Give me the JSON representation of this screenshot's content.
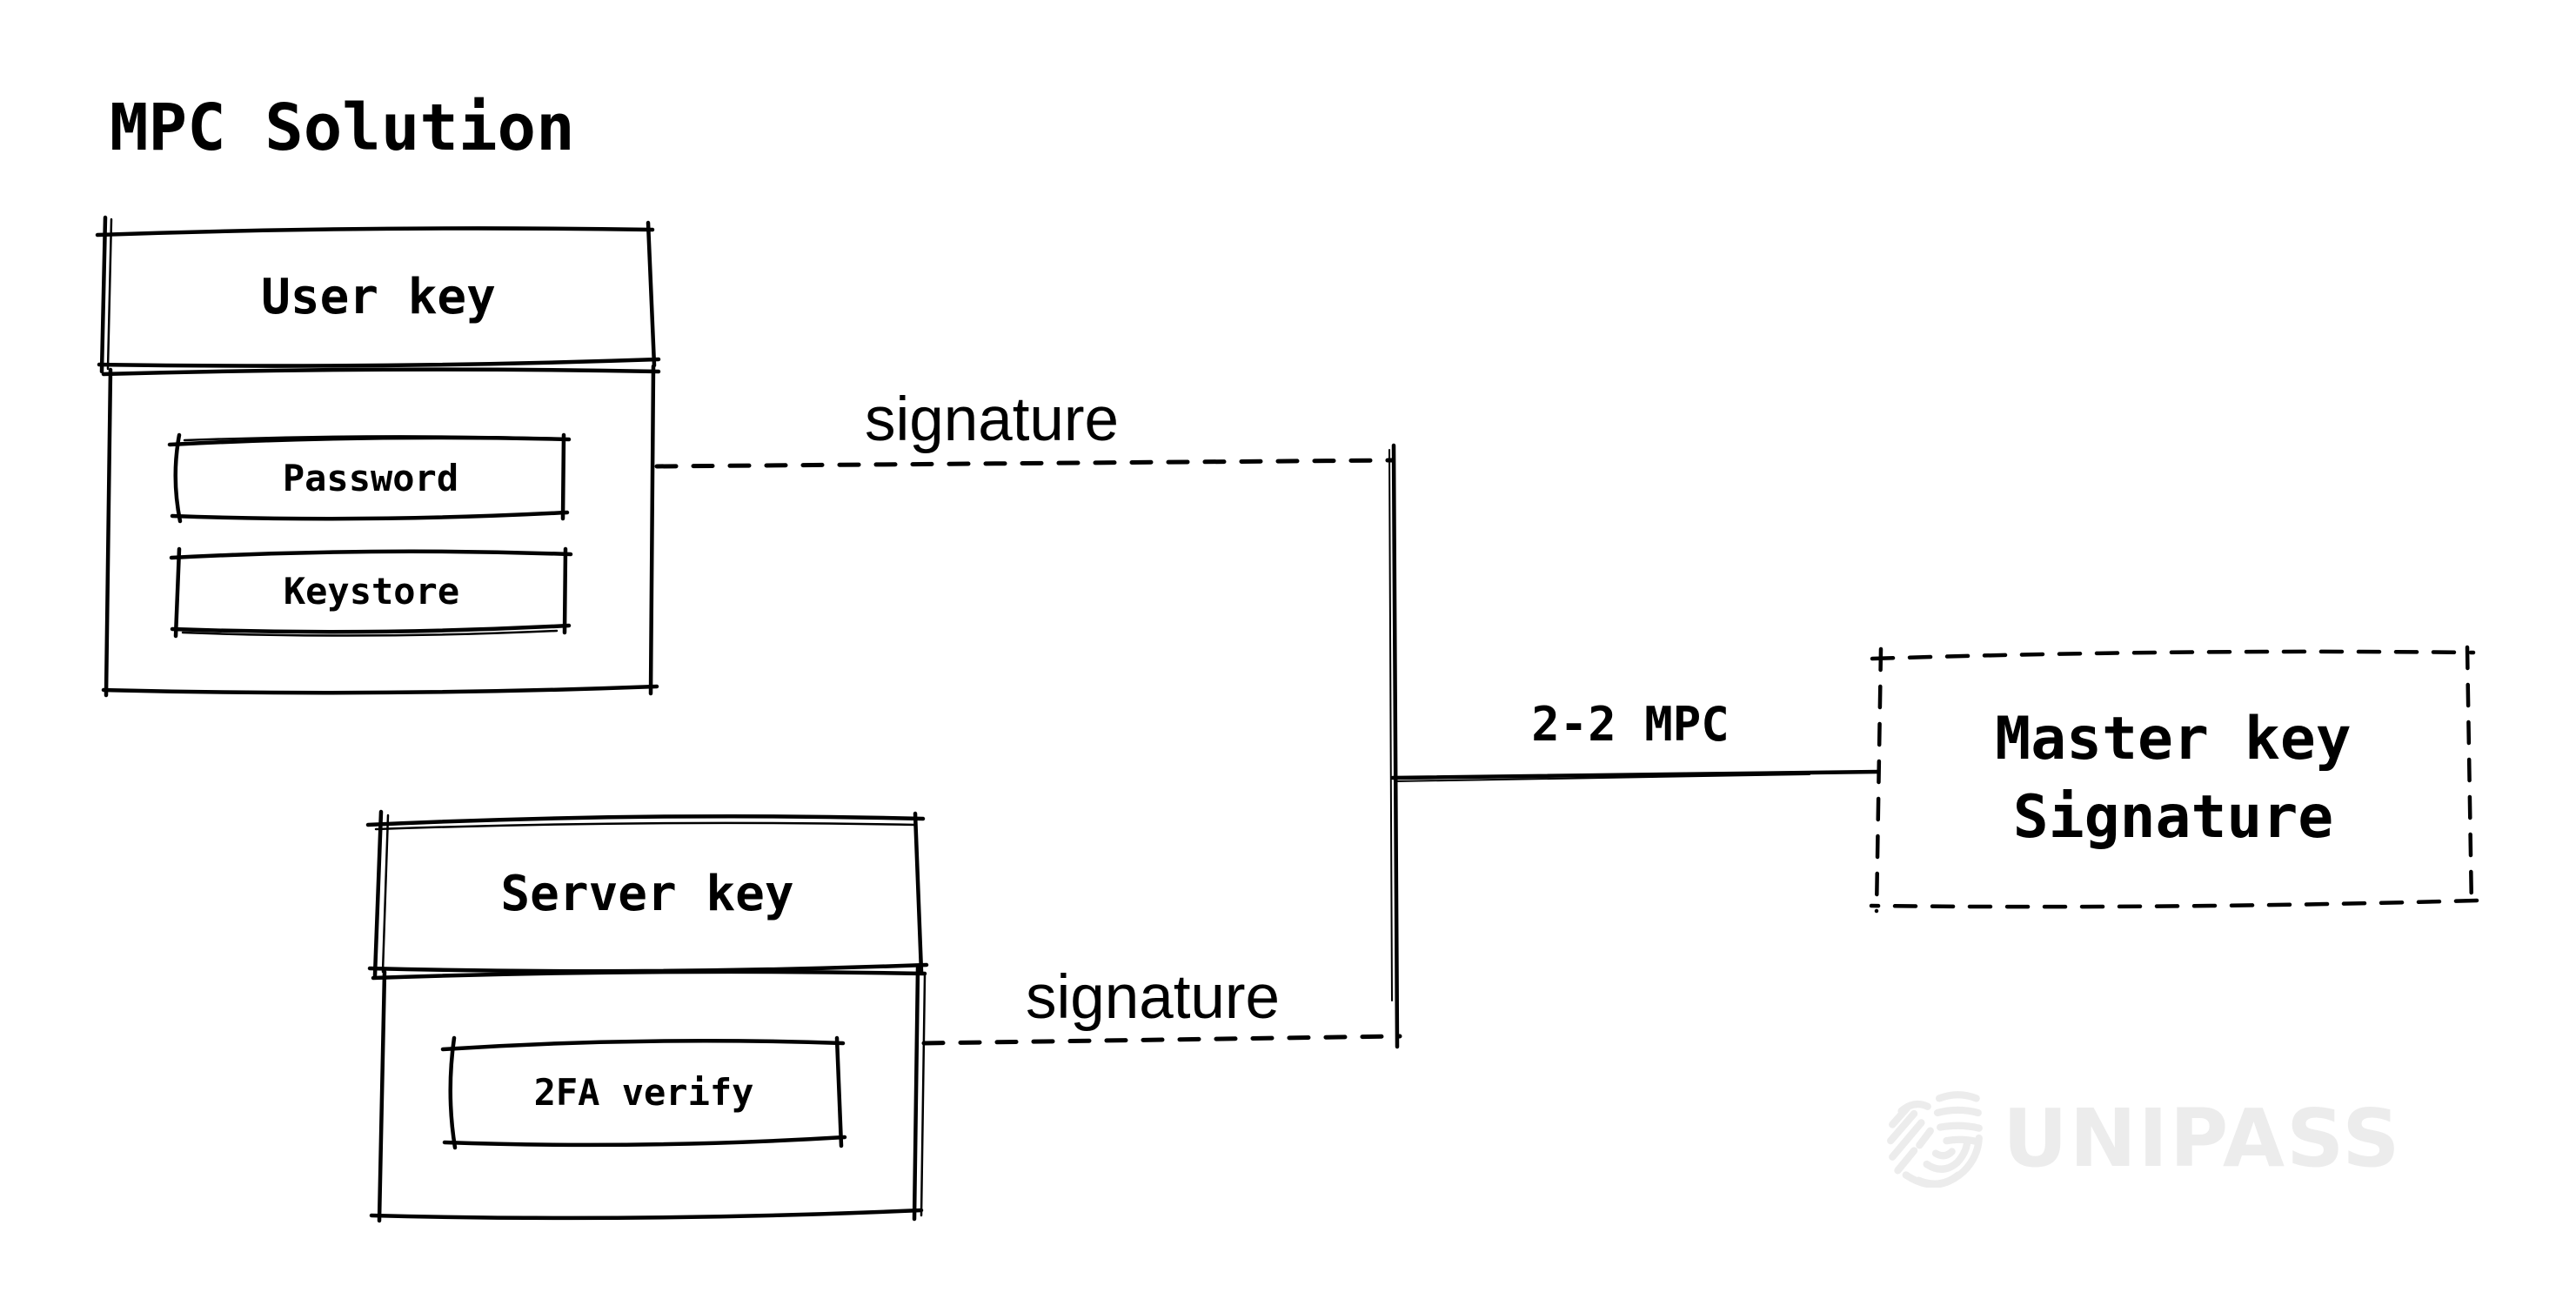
{
  "title": "MPC Solution",
  "nodes": {
    "user_key": {
      "title": "User key",
      "items": [
        {
          "label": "Password"
        },
        {
          "label": "Keystore"
        }
      ]
    },
    "server_key": {
      "title": "Server key",
      "items": [
        {
          "label": "2FA verify"
        }
      ]
    },
    "master_key": {
      "lines": [
        "Master key",
        "Signature"
      ]
    }
  },
  "edges": {
    "user_to_mpc": {
      "label": "signature",
      "style": "dashed"
    },
    "server_to_mpc": {
      "label": "signature",
      "style": "dashed"
    },
    "mpc_to_master": {
      "label": "2-2 MPC",
      "style": "solid"
    }
  },
  "watermark": {
    "brand": "UNIPASS",
    "icon": "fingerprint-u-logo",
    "color": "#ececec"
  },
  "colors": {
    "stroke": "#000000",
    "text": "#000000",
    "background": "#ffffff"
  }
}
